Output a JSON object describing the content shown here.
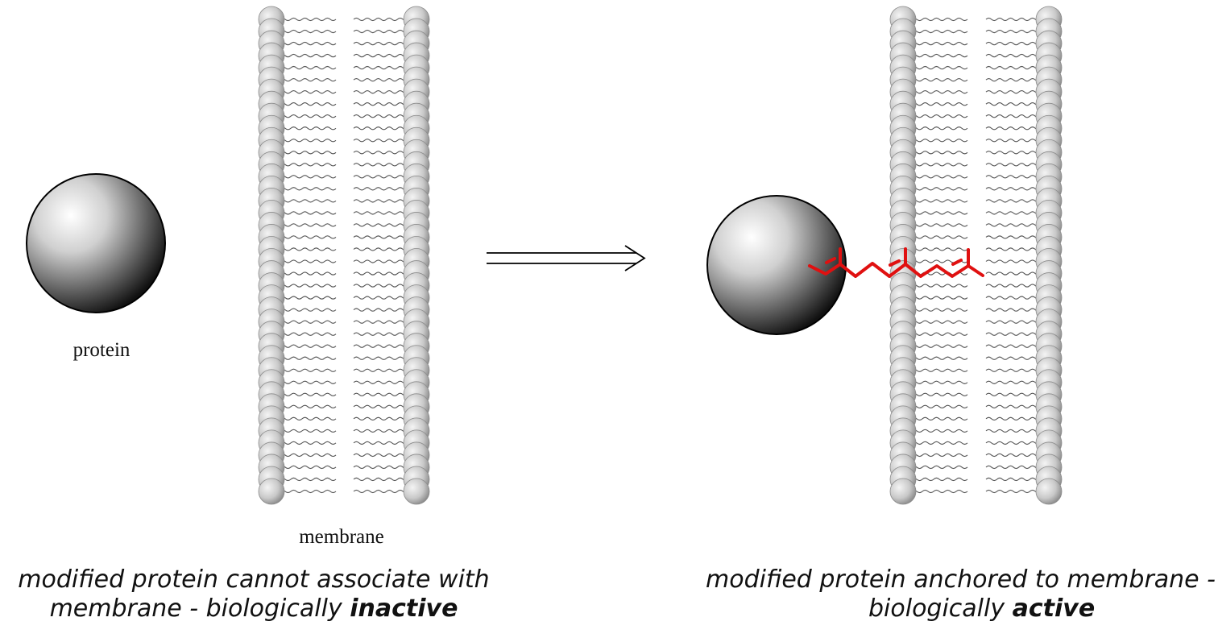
{
  "labels": {
    "protein": "protein",
    "membrane": "membrane"
  },
  "captions": {
    "left_line1": "modified protein cannot associate with",
    "left_line2_prefix": "membrane - biologically ",
    "left_line2_emph": "inactive",
    "right_line1": "modified protein anchored to membrane -",
    "right_line2_prefix": "biologically ",
    "right_line2_emph": "active"
  },
  "colors": {
    "lipid_anchor": "#e01010",
    "head_group": "#c8c8c8",
    "tail": "#555555"
  }
}
